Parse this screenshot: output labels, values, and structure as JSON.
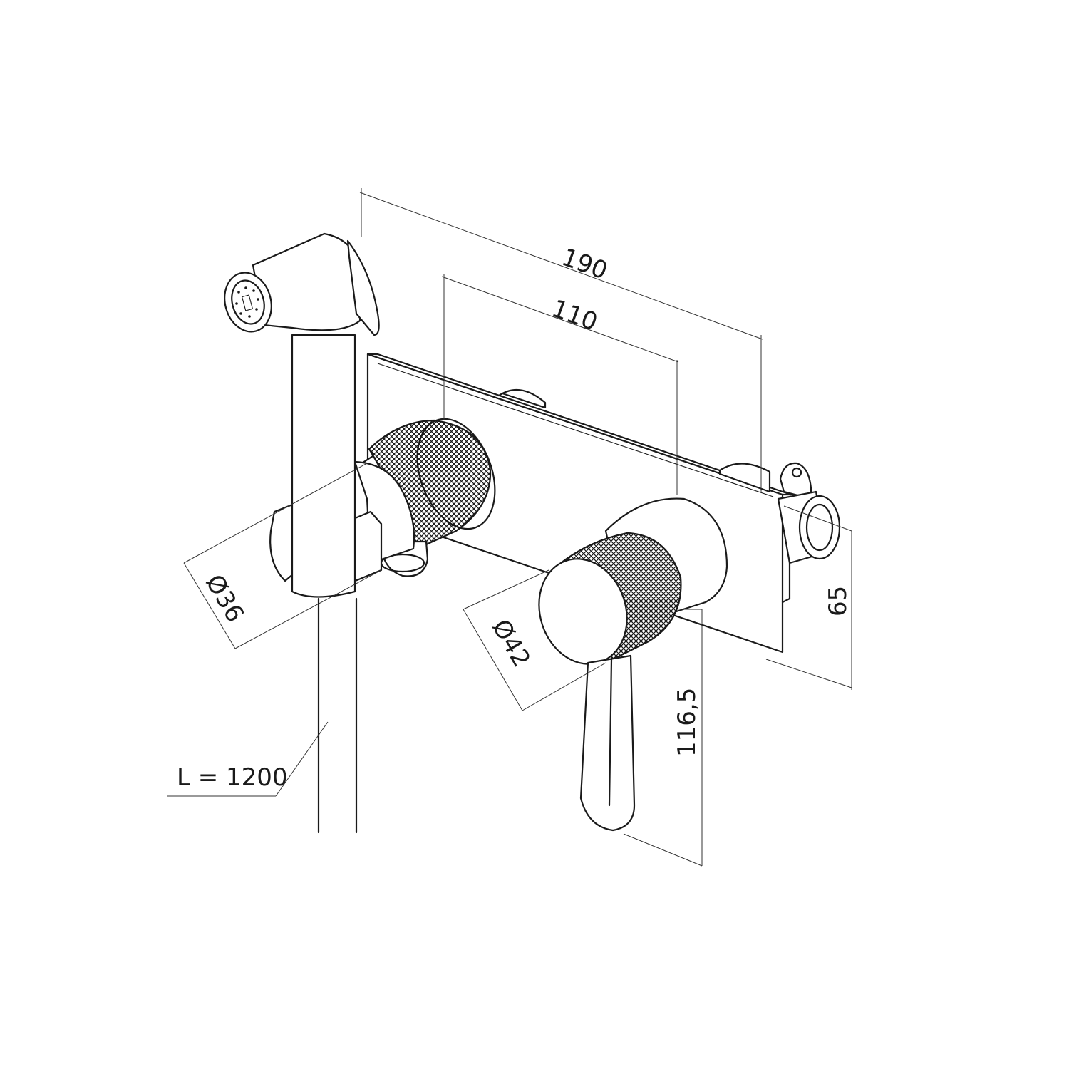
{
  "dimensions": {
    "overall_width": "190",
    "knob_spacing": "110",
    "plate_depth": "65",
    "handle_length": "116,5",
    "holder_diameter": "Ø36",
    "knob_diameter": "Ø42",
    "hose_length": "L = 1200"
  },
  "colors": {
    "line": "#1a1a1a",
    "background": "#ffffff"
  }
}
